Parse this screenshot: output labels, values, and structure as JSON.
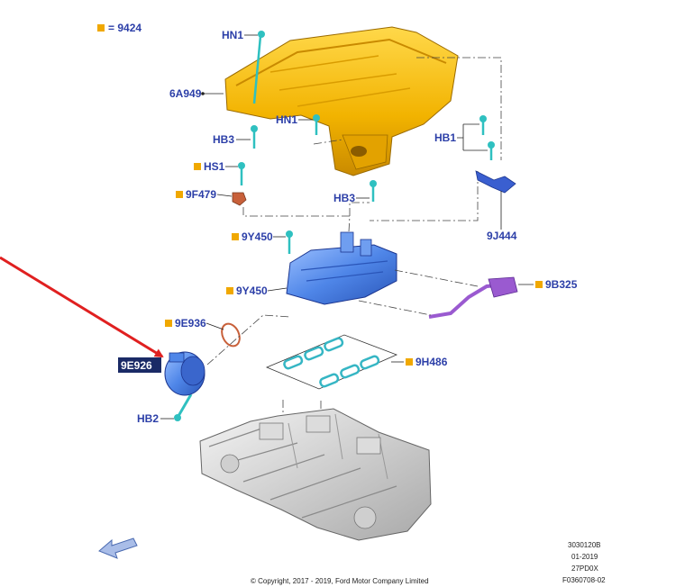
{
  "legend": {
    "marker_color": "#f0a800",
    "text": "= 9424"
  },
  "labels": {
    "hn1_top": "HN1",
    "cover": "6A949",
    "hn1_mid": "HN1",
    "hb1": "HB1",
    "hb3_left": "HB3",
    "hs1": "HS1",
    "sensor": "9F479",
    "hb3_right": "HB3",
    "bracket": "9J444",
    "bolt": "9Y450",
    "manifold": "9Y450",
    "tube": "9B325",
    "oring": "9E936",
    "throttle": "9E926",
    "hb2": "HB2",
    "gasket": "9H486"
  },
  "footer": {
    "copyright": "© Copyright, 2017 - 2019, Ford Motor Company Limited",
    "code1": "3030120B",
    "code2": "01-2019",
    "code3": "27PD0X",
    "code4": "F0360708-02"
  },
  "colors": {
    "label_text": "#2c3fa8",
    "cover": "#f0b400",
    "manifold": "#5a8de6",
    "tube": "#9a5ad0",
    "sensor": "#c8603a",
    "fastener": "#2fc0c0",
    "gasket": "#6fd0d8",
    "highlight_arrow": "#e02020",
    "callout_box": "#1a2a66"
  }
}
